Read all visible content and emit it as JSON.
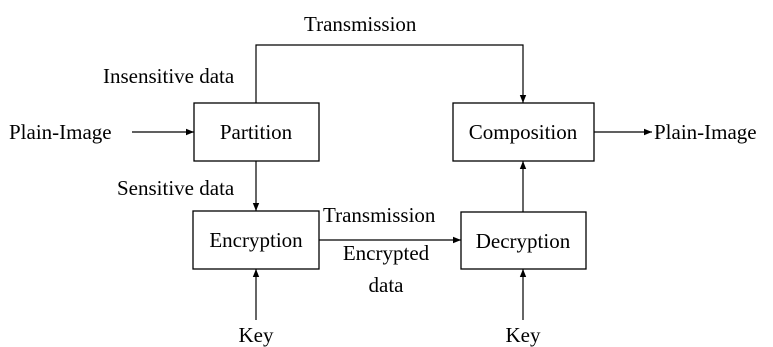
{
  "diagram": {
    "nodes": {
      "partition": "Partition",
      "encryption": "Encryption",
      "decryption": "Decryption",
      "composition": "Composition"
    },
    "labels": {
      "input": "Plain-Image",
      "output": "Plain-Image",
      "transmission_top": "Transmission",
      "insensitive": "Insensitive data",
      "sensitive": "Sensitive data",
      "transmission_mid": "Transmission",
      "encrypted_line1": "Encrypted",
      "encrypted_line2": "data",
      "key_left": "Key",
      "key_right": "Key"
    },
    "colors": {
      "stroke": "#000000",
      "background": "#ffffff"
    }
  }
}
